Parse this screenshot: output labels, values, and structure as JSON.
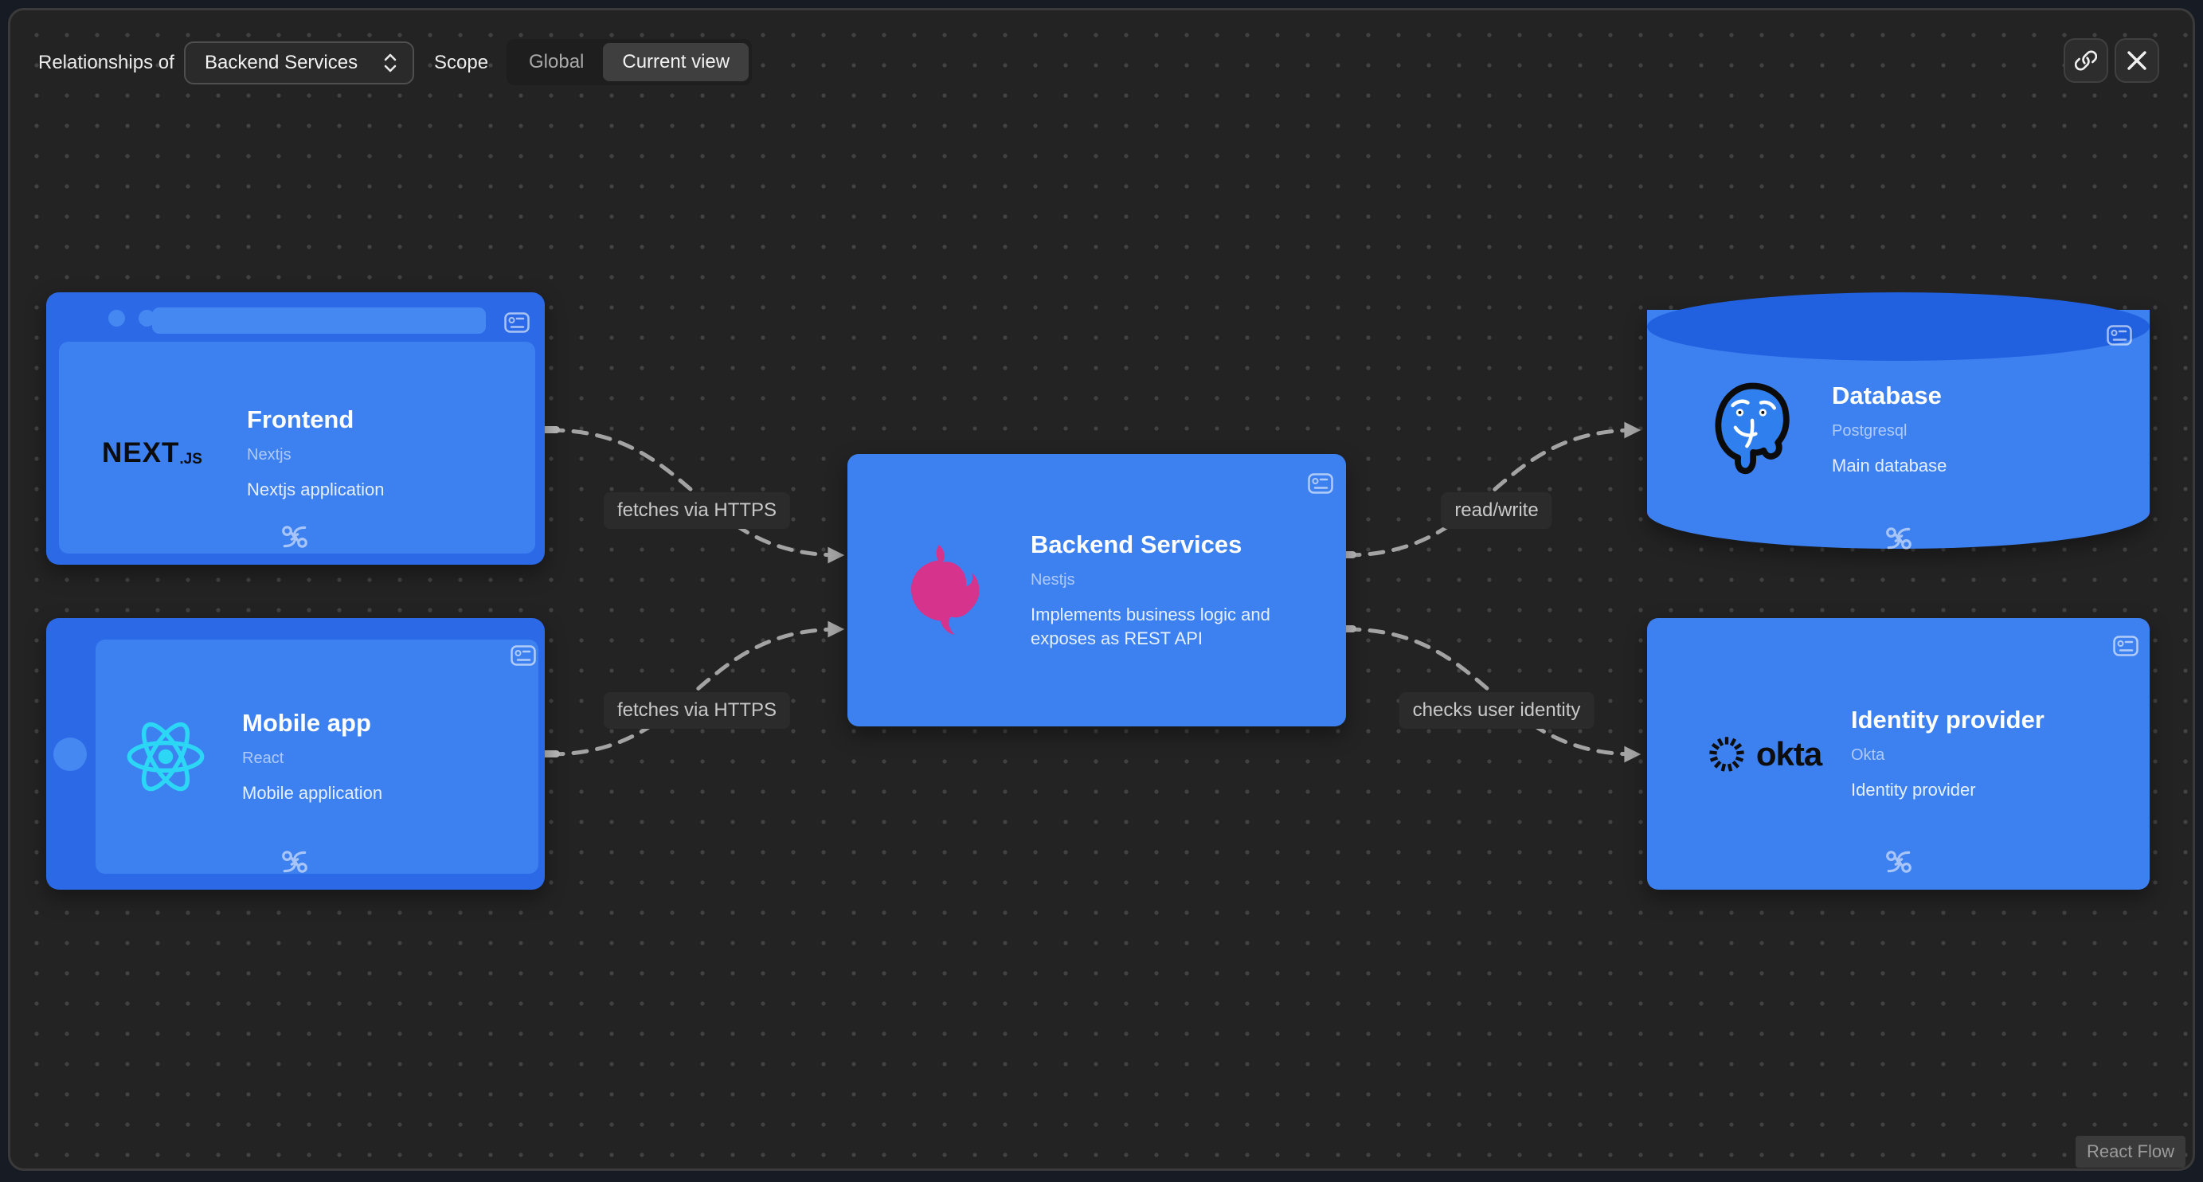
{
  "toolbar": {
    "relationships_label": "Relationships of",
    "selector_value": "Backend Services",
    "scope_label": "Scope",
    "scope_global": "Global",
    "scope_current": "Current view",
    "active_scope": "Current view",
    "icons": [
      "chevron-up-down-icon",
      "link-icon",
      "close-icon"
    ]
  },
  "nodes": [
    {
      "id": "frontend",
      "title": "Frontend",
      "tech": "Nextjs",
      "description": "Nextjs application",
      "shape": "browser",
      "logo": "nextjs-logo"
    },
    {
      "id": "mobile-app",
      "title": "Mobile app",
      "tech": "React",
      "description": "Mobile application",
      "shape": "phone",
      "logo": "react-logo"
    },
    {
      "id": "backend-services",
      "title": "Backend Services",
      "tech": "Nestjs",
      "description": "Implements business logic and exposes as REST API",
      "shape": "card",
      "logo": "nestjs-logo"
    },
    {
      "id": "database",
      "title": "Database",
      "tech": "Postgresql",
      "description": "Main database",
      "shape": "cylinder",
      "logo": "postgresql-logo"
    },
    {
      "id": "identity-provider",
      "title": "Identity provider",
      "tech": "Okta",
      "description": "Identity provider",
      "shape": "card",
      "logo": "okta-logo"
    }
  ],
  "edges": [
    {
      "source": "frontend",
      "target": "backend-services",
      "label": "fetches via HTTPS"
    },
    {
      "source": "mobile-app",
      "target": "backend-services",
      "label": "fetches via HTTPS"
    },
    {
      "source": "backend-services",
      "target": "database",
      "label": "read/write"
    },
    {
      "source": "backend-services",
      "target": "identity-provider",
      "label": "checks user identity"
    }
  ],
  "attribution": "React Flow",
  "colors": {
    "canvas": "#232323",
    "panel-border": "#3a3a3a",
    "page-bg": "#171b24",
    "node-blue": "#3d80f0",
    "frame-blue": "#2b69e6",
    "lid-blue": "#2160df",
    "chrome-blue": "#4688f2",
    "edge-gray": "#a3a3a3",
    "nest-pink": "#d6338c",
    "react-cyan": "#2bd7f5",
    "postgres-blue": "#2f80ee"
  }
}
